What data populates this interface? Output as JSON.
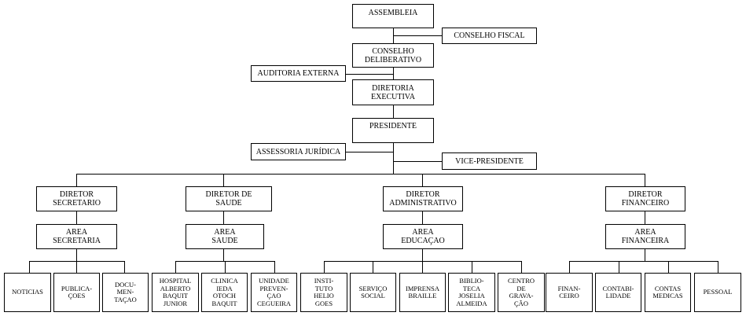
{
  "org": {
    "assembleia": "ASSEMBLEIA",
    "conselho_fiscal": "CONSELHO FISCAL",
    "conselho_deliberativo": "CONSELHO\nDELIBERATIVO",
    "auditoria_externa": "AUDITORIA EXTERNA",
    "diretoria_executiva": "DIRETORIA\nEXECUTIVA",
    "presidente": "PRESIDENTE",
    "assessoria_juridica": "ASSESSORIA JURÍDICA",
    "vice_presidente": "VICE-PRESIDENTE",
    "directors": [
      {
        "title": "DIRETOR\nSECRETARIO",
        "area": "AREA\nSECRETARIA",
        "units": [
          "NOTICIAS",
          "PUBLICA-\nÇOES",
          "DOCU-\nMEN-\nTAÇAO"
        ]
      },
      {
        "title": "DIRETOR DE\nSAUDE",
        "area": "AREA\nSAUDE",
        "units": [
          "HOSPITAL\nALBERTO\nBAQUIT\nJUNIOR",
          "CLINICA\nIEDA\nOTOCH\nBAQUIT",
          "UNIDADE\nPREVEN-\nÇAO\nCEGUEIRA"
        ]
      },
      {
        "title": "DIRETOR\nADMINISTRATIVO",
        "area": "AREA\nEDUCAÇAO",
        "units": [
          "INSTI-\nTUTO\nHELIO\nGOES",
          "SERVIÇO\nSOCIAL",
          "IMPRENSA\nBRAILLE",
          "BIBLIO-\nTECA\nJOSELIA\nALMEIDA",
          "CENTRO\nDE\nGRAVA-\nÇÃO"
        ]
      },
      {
        "title": "DIRETOR\nFINANCEIRO",
        "area": "AREA\nFINANCEIRA",
        "units": [
          "FINAN-\nCEIRO",
          "CONTABI-\nLIDADE",
          "CONTAS\nMEDICAS",
          "PESSOAL"
        ]
      }
    ]
  }
}
